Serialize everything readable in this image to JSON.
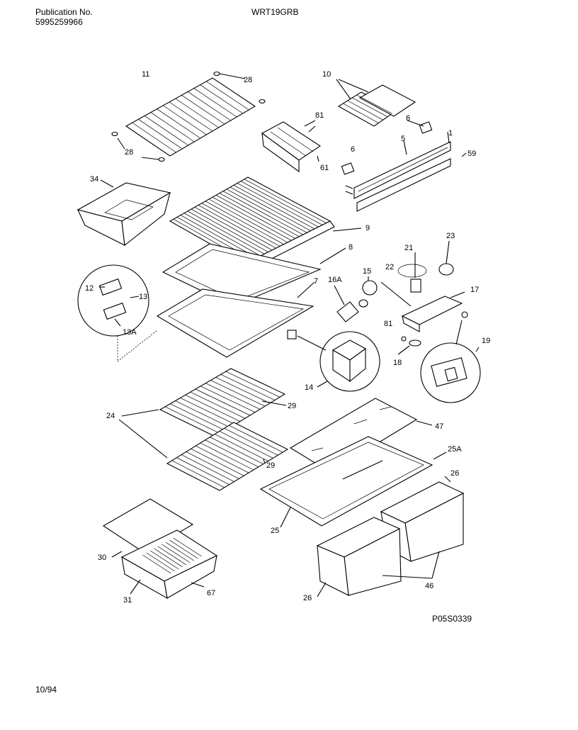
{
  "header": {
    "publication_label": "Publication No.",
    "publication_number": "5995259966",
    "model": "WRT19GRB"
  },
  "footer": {
    "diagram_code": "P05S0339",
    "date": "10/94"
  },
  "callouts": [
    "11",
    "28",
    "28",
    "10",
    "81",
    "61",
    "6",
    "6",
    "5",
    "1",
    "59",
    "34",
    "9",
    "8",
    "23",
    "21",
    "22",
    "15",
    "16A",
    "17",
    "12",
    "13",
    "13A",
    "7",
    "81",
    "18",
    "19",
    "14",
    "24",
    "29",
    "29",
    "47",
    "25A",
    "26",
    "25",
    "30",
    "31",
    "67",
    "26",
    "46"
  ]
}
